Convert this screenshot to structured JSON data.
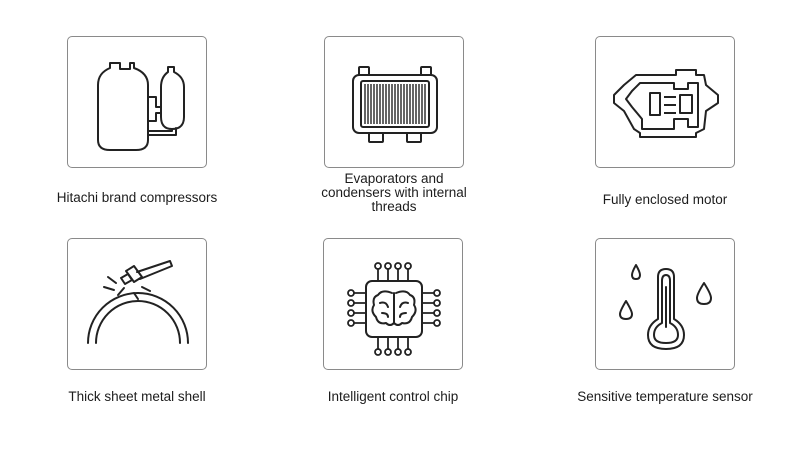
{
  "features": [
    {
      "label": "Hitachi brand compressors",
      "icon": "compressor-icon"
    },
    {
      "label": "Evaporators and condensers with internal threads",
      "icon": "evaporator-condenser-icon"
    },
    {
      "label": "Fully enclosed motor",
      "icon": "enclosed-motor-icon"
    },
    {
      "label": "Thick sheet metal shell",
      "icon": "hammer-shell-icon"
    },
    {
      "label": "Intelligent control chip",
      "icon": "brain-chip-icon"
    },
    {
      "label": "Sensitive temperature sensor",
      "icon": "thermometer-droplets-icon"
    }
  ]
}
